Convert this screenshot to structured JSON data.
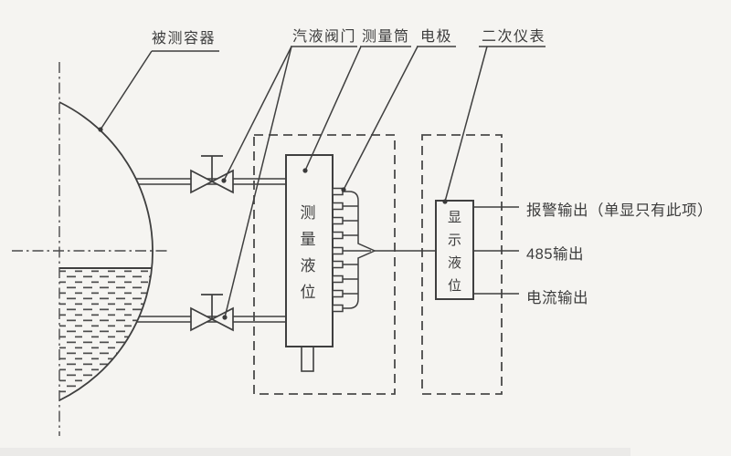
{
  "diagram": {
    "type": "schematic",
    "callouts": {
      "vessel": "被测容器",
      "valves": "汽液阀门",
      "measuring_tube": "测量筒",
      "electrode": "电极",
      "secondary_instrument": "二次仪表"
    },
    "blocks": {
      "measuring_cylinder": "测量液位",
      "display_unit": "显示液位"
    },
    "outputs": {
      "alarm": "报警输出（单显只有此项）",
      "rs485": "485输出",
      "current": "电流输出"
    },
    "colors": {
      "background": "#f5f4f1",
      "line": "#3f3f3f",
      "text": "#3d3d3d"
    }
  }
}
